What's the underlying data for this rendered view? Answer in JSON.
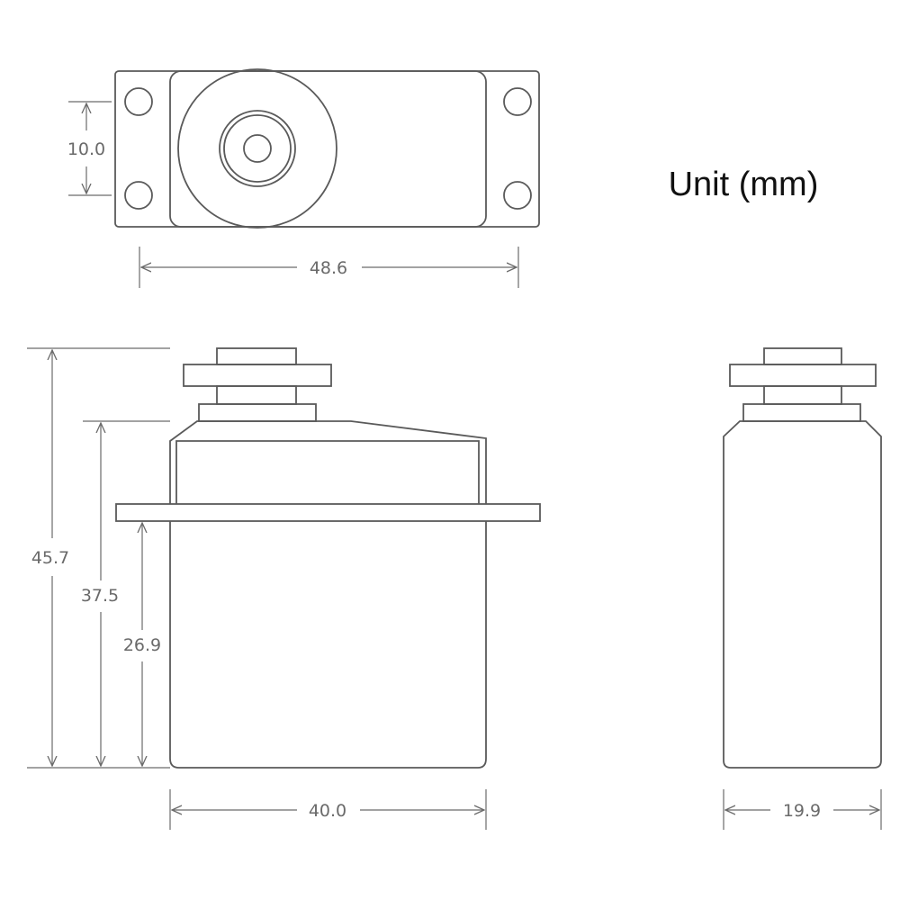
{
  "unit_label": "Unit (mm)",
  "dimensions": {
    "hole_spacing": "10.0",
    "overall_length": "48.6",
    "total_height": "45.7",
    "body_top_height": "37.5",
    "mount_height": "26.9",
    "body_length": "40.0",
    "body_width": "19.9"
  },
  "colors": {
    "outline": "#5a5a5a",
    "dimension": "#6a6a6a",
    "label": "#111111"
  }
}
